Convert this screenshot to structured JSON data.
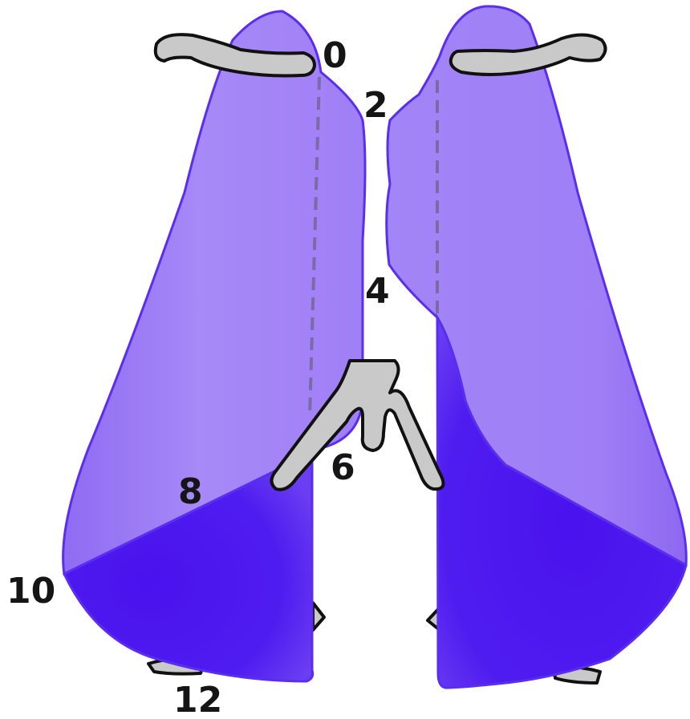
{
  "diagram": {
    "labels": {
      "l0": "0",
      "l2": "2",
      "l4": "4",
      "l6": "6",
      "l8": "8",
      "l10": "10",
      "l12": "12"
    },
    "colors": {
      "lung_light": "#a07ff6",
      "lung_mid": "#8a65ee",
      "lung_dark": "#4a16ef",
      "outline": "#5a2ef0",
      "bone": "#c9c9c9",
      "bone_outline": "#111111",
      "dashed_line": "#7a6aa6"
    }
  }
}
